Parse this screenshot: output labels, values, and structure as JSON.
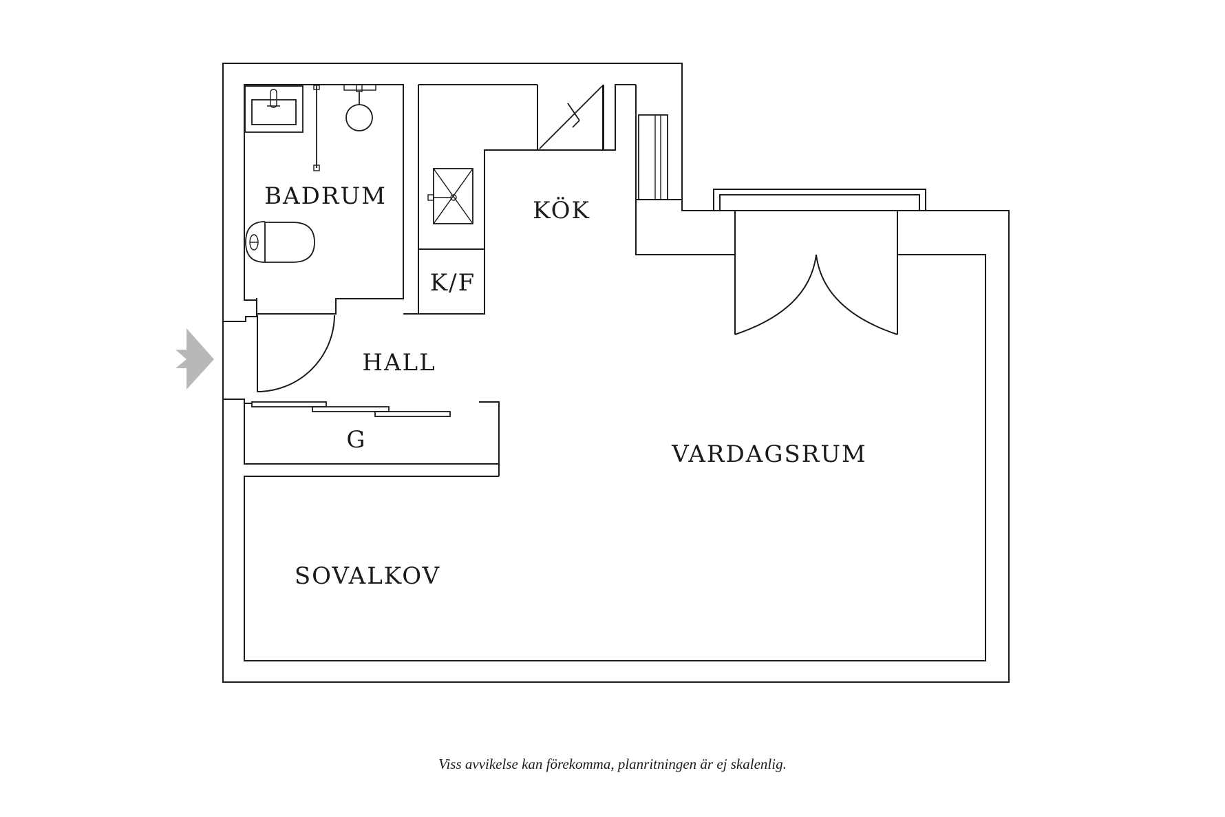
{
  "rooms": {
    "badrum": "BADRUM",
    "kok": "KÖK",
    "kf": "K/F",
    "hall": "HALL",
    "g": "G",
    "vardagsrum": "VARDAGSRUM",
    "sovalkov": "SOVALKOV"
  },
  "disclaimer": "Viss avvikelse kan förekomma, planritningen är ej skalenlig.",
  "icons": {
    "entrance": "entrance-arrow-icon",
    "sink": "sink-icon",
    "shower": "shower-icon",
    "toilet": "toilet-icon",
    "stove": "stove-icon",
    "dishwasher": "dishwasher-icon"
  },
  "colors": {
    "line": "#1a1a1a",
    "entrance_arrow": "#b8b9b6",
    "background": "#ffffff"
  }
}
